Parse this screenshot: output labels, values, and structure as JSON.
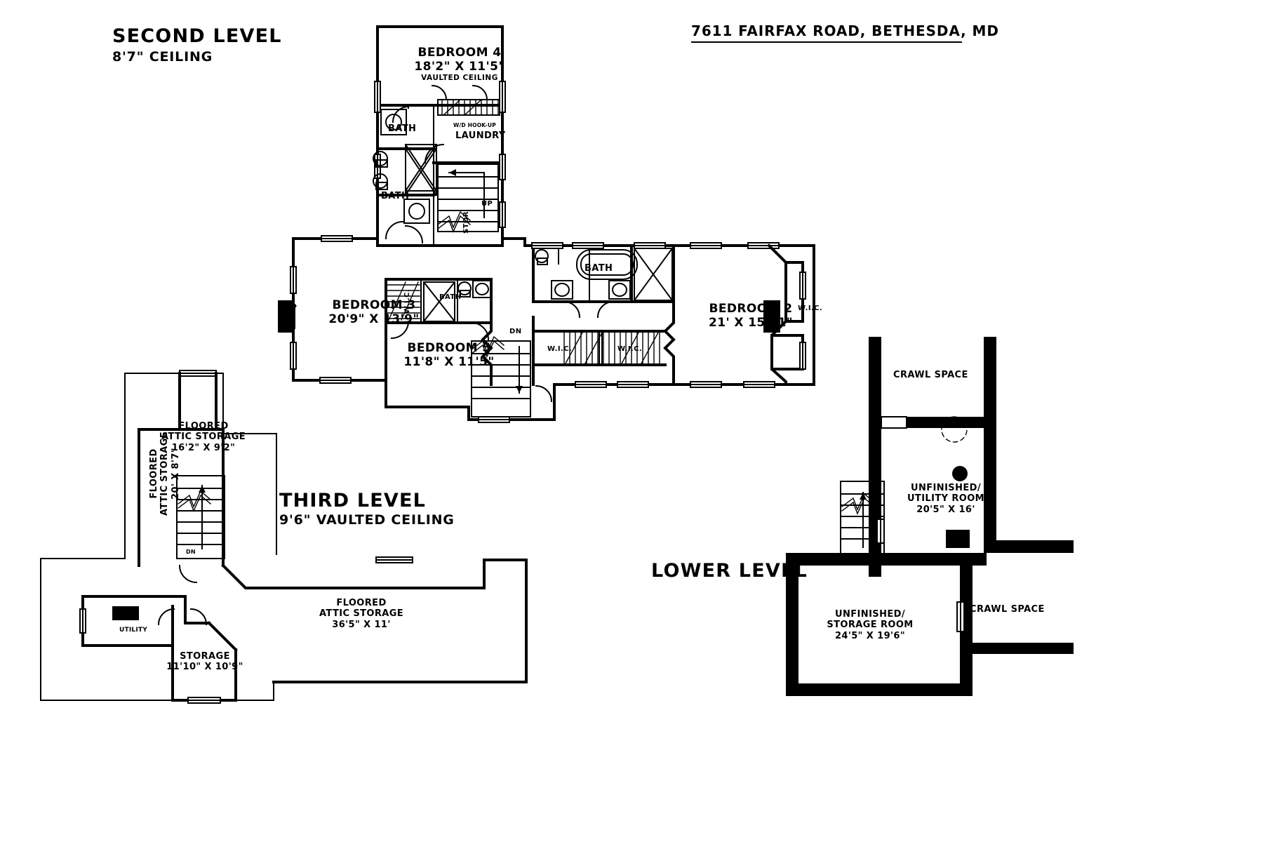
{
  "header": {
    "address": "7611 FAIRFAX ROAD, BETHESDA, MD"
  },
  "levels": {
    "second": {
      "title": "SECOND LEVEL",
      "ceiling": "8'7\" CEILING"
    },
    "third": {
      "title": "THIRD LEVEL",
      "ceiling": "9'6\" VAULTED CEILING"
    },
    "lower": {
      "title": "LOWER LEVEL",
      "ceiling": ""
    }
  },
  "second_level": {
    "rooms": [
      {
        "name": "BEDROOM 4",
        "dims": "18'2\" X 11'5\"",
        "note": "VAULTED CEILING"
      },
      {
        "name": "BEDROOM 3",
        "dims": "20'9\" X 13'9\"",
        "note": ""
      },
      {
        "name": "BEDROOM 5",
        "dims": "11'8\" X 11'5\"",
        "note": ""
      },
      {
        "name": "BEDROOM 2",
        "dims": "21' X 15'11\"",
        "note": ""
      }
    ],
    "labels": {
      "bath_upper1": "BATH",
      "bath_upper2": "BATH",
      "bath_master": "BATH",
      "bath_bed5": "BATH",
      "laundry": "LAUNDRY",
      "laundry_note": "W/D HOOK-UP",
      "stor": "STOR",
      "stairs_up": "UP",
      "stairs_dn": "DN",
      "wic_bed5": "W.I.C.",
      "wic_left": "W.I.C.",
      "wic_right": "W.I.C.",
      "wic_bed2": "W.I.C.",
      "fp_bed3": "FP",
      "fp_bed2": "FP"
    }
  },
  "third_level": {
    "rooms": [
      {
        "name": "FLOORED\nATTIC STORAGE",
        "line1": "FLOORED",
        "line2": "ATTIC STORAGE",
        "dims": "16'2\" X 9'2\""
      },
      {
        "name": "FLOORED ATTIC STORAGE (rotated)",
        "line1": "FLOORED",
        "line2": "ATTIC STORAGE",
        "dims": "20' X 8'7\""
      },
      {
        "name": "FLOORED ATTIC STORAGE (large)",
        "line1": "FLOORED",
        "line2": "ATTIC STORAGE",
        "dims": "36'5\" X 11'"
      },
      {
        "name": "STORAGE",
        "line1": "STORAGE",
        "line2": "",
        "dims": "11'10\" X 10'9\""
      }
    ],
    "labels": {
      "utility": "UTILITY",
      "stairs_up": "UP",
      "stairs_dn": "DN"
    }
  },
  "lower_level": {
    "rooms": [
      {
        "line1": "UNFINISHED/",
        "line2": "UTILITY ROOM",
        "dims": "20'5\" X 16'"
      },
      {
        "line1": "UNFINISHED/",
        "line2": "STORAGE ROOM",
        "dims": "24'5\" X 19'6\""
      }
    ],
    "labels": {
      "crawl_space_top": "CRAWL SPACE",
      "crawl_space_bottom": "CRAWL SPACE",
      "stairs_up": "UP"
    }
  },
  "colors": {
    "ink": "#000000",
    "paper": "#ffffff"
  }
}
